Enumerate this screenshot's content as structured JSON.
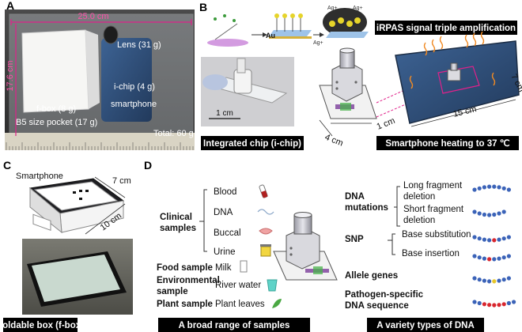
{
  "panels": {
    "A": {
      "letter": "A",
      "dim_width": "25.0 cm",
      "dim_height": "17.6 cm",
      "lens": "Lens (31 g)",
      "ichip": "i-chip (4 g)",
      "smartphone": "smartphone",
      "fbox": "f-box (8 g)",
      "pocket": "B5 size pocket (17 g)",
      "total": "Total: 60 g"
    },
    "B": {
      "letter": "B",
      "au_label": "Au",
      "ag_label": "Ag+",
      "amp_title": "iRPAS signal triple amplification",
      "scale": "1 cm",
      "chip_caption": "Integrated chip (i-chip)",
      "dim_4": "4 cm",
      "dim_1": "1 cm",
      "dim_15": "15 cm",
      "dim_7": "7 cm",
      "heat_caption": "Smartphone heating to 37 ℃"
    },
    "C": {
      "letter": "C",
      "smartphone": "Smartphone",
      "dim_7": "7 cm",
      "dim_10": "10 cm",
      "caption": "Foldable box (f-box)"
    },
    "D": {
      "letter": "D",
      "clinical": [
        "Clinical",
        "samples"
      ],
      "clinical_items": [
        "Blood",
        "DNA",
        "Buccal",
        "Urine"
      ],
      "food": "Food sample",
      "food_item": "Milk",
      "env": [
        "Environmental",
        "sample"
      ],
      "env_item": "River water",
      "plant": "Plant sample",
      "plant_item": "Plant leaves",
      "caption": "A broad range of  samples",
      "dna_mut": [
        "DNA",
        "mutations"
      ],
      "long_frag": [
        "Long fragment",
        "deletion"
      ],
      "short_frag": [
        "Short fragment",
        "deletion"
      ],
      "snp": "SNP",
      "base_sub": "Base substitution",
      "base_ins": "Base insertion",
      "allele": "Allele genes",
      "pathogen": [
        "Pathogen-specific",
        "DNA sequence"
      ],
      "dna_caption": "A variety types of DNA"
    }
  },
  "colors": {
    "dimension_pink": "#e0218a",
    "phone_blue": "#2f4d75",
    "heat_orange": "#f08a24",
    "bead_blue": "#3b63b8",
    "bead_red": "#d8262e",
    "caption_bg": "#000000"
  }
}
